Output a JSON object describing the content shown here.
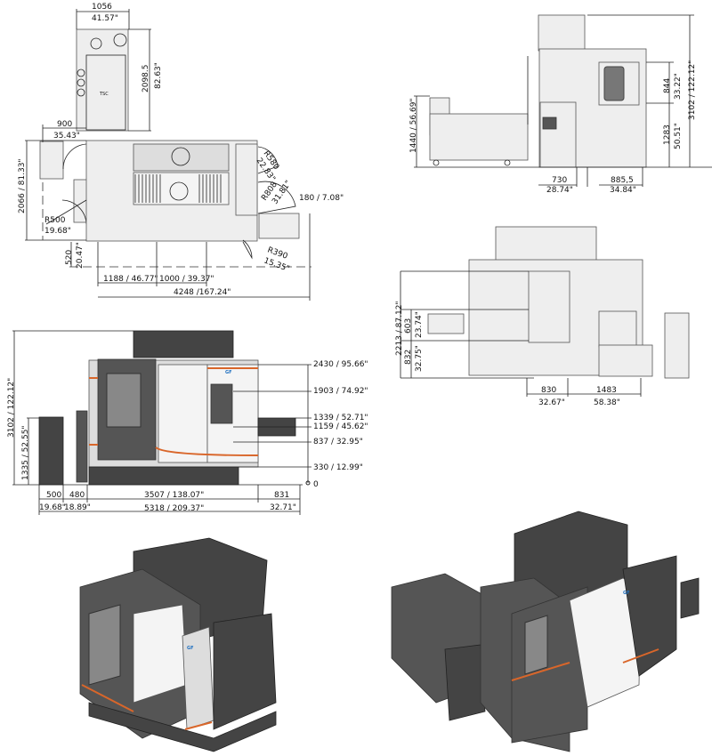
{
  "plan_view": {
    "tsc_label": "TSC",
    "dims": {
      "tsc_width_mm": "1056",
      "tsc_width_in": "41.57\"",
      "tsc_depth_mm": "2098.5",
      "tsc_depth_in": "82.63\"",
      "left_offset_mm": "900",
      "left_offset_in": "35.43\"",
      "depth": "2066 / 81.33\"",
      "r500_mm": "R500",
      "r500_in": "19.68\"",
      "front_mm": "520",
      "front_in": "20.47\"",
      "seg1": "1188 / 46.77\"",
      "seg2": "1000 / 39.37\"",
      "total": "4248 /167.24\"",
      "r580_mm": "R580",
      "r580_in": "22.83\"",
      "r808_mm": "R808",
      "r808_in": "31.81\"",
      "side": "180 / 7.08\"",
      "r390_mm": "R390",
      "r390_in": "15.35\""
    }
  },
  "side_view": {
    "dims": {
      "conveyor_height": "1440 / 56.69\"",
      "w730_mm": "730",
      "w730_in": "28.74\"",
      "w885_mm": "885,5",
      "w885_in": "34.84\"",
      "h844_mm": "844",
      "h844_in": "33.22\"",
      "h1283_mm": "1283",
      "h1283_in": "50.51\"",
      "total_height": "3102 / 122.12\""
    }
  },
  "front_view": {
    "logo": "GF",
    "dims": {
      "total_height": "3102 / 122.12\"",
      "cabinet_height": "1335 / 52.55\"",
      "levels": [
        "2430 / 95.66\"",
        "1903 / 74.92\"",
        "1339 / 52.71\"",
        "1159 / 45.62\"",
        "837 / 32.95\"",
        "330 / 12.99\"",
        "0"
      ],
      "w500_mm": "500",
      "w500_in": "19.68\"",
      "w480_mm": "480",
      "w480_in": "18.89\"",
      "w3507": "3507 / 138.07\"",
      "w831_mm": "831",
      "w831_in": "32.71\"",
      "total_width": "5318 / 209.37\""
    }
  },
  "rear_view": {
    "dims": {
      "height": "2213 / 87.12\"",
      "h603_mm": "603",
      "h603_in": "23.74\"",
      "h832_mm": "832",
      "h832_in": "32.75\"",
      "w830_mm": "830",
      "w830_in": "32.67\"",
      "w1483_mm": "1483",
      "w1483_in": "58.38\""
    }
  },
  "iso_views": {
    "logo": "GF"
  },
  "colors": {
    "accent_orange": "#d9662a",
    "logo_blue": "#1e6fc0",
    "body_gray": "#555555"
  }
}
